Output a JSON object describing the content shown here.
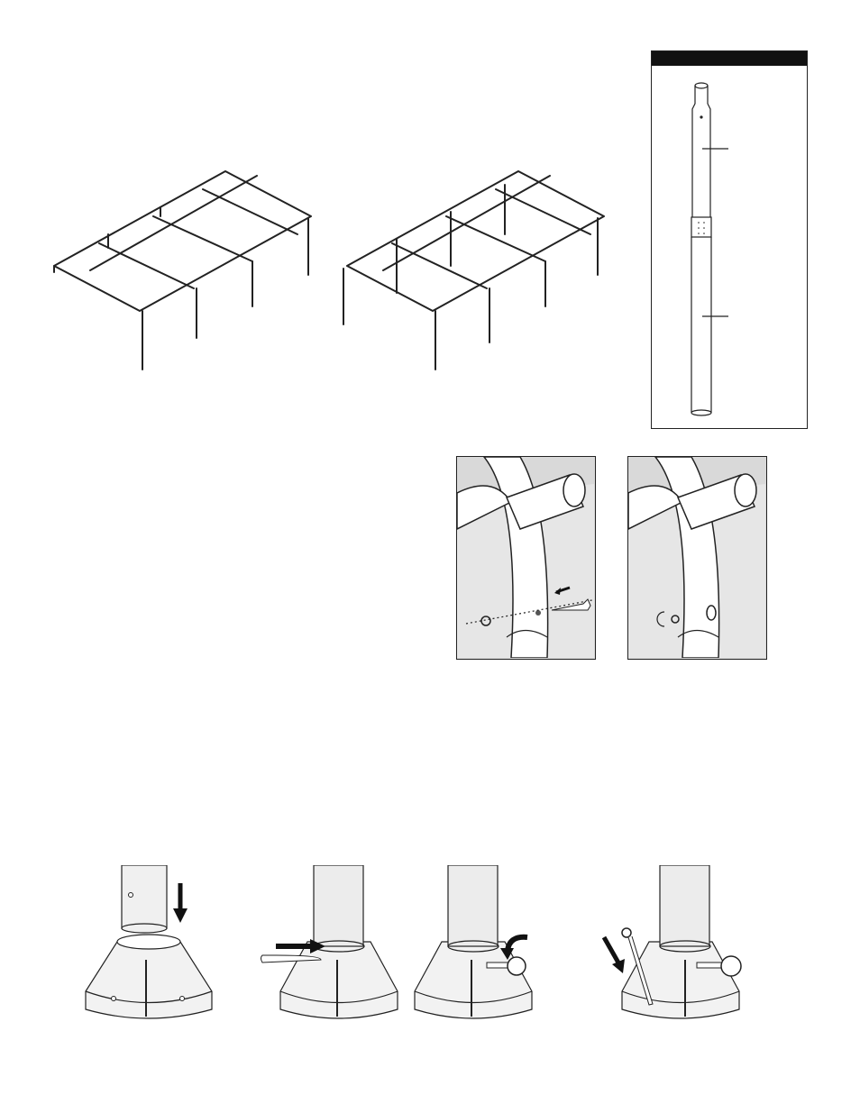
{
  "document": {
    "type": "assembly-instructions-figures",
    "figures": [
      {
        "id": "canopy-frame-4-leg",
        "description_icon": "frame-icon"
      },
      {
        "id": "canopy-frame-6-leg",
        "description_icon": "frame-icon"
      },
      {
        "id": "leg-pole-panel",
        "header": ""
      },
      {
        "id": "pin-insert-detail",
        "description_icon": "pin-icon"
      },
      {
        "id": "pin-locked-detail",
        "description_icon": "pin-icon"
      },
      {
        "id": "footplate-step-1"
      },
      {
        "id": "footplate-step-2"
      },
      {
        "id": "footplate-step-3"
      },
      {
        "id": "footplate-step-4"
      }
    ],
    "colors": {
      "ink": "#222222",
      "panel_bg": "#d9d9d9",
      "pipe_fill": "#ffffff"
    }
  }
}
